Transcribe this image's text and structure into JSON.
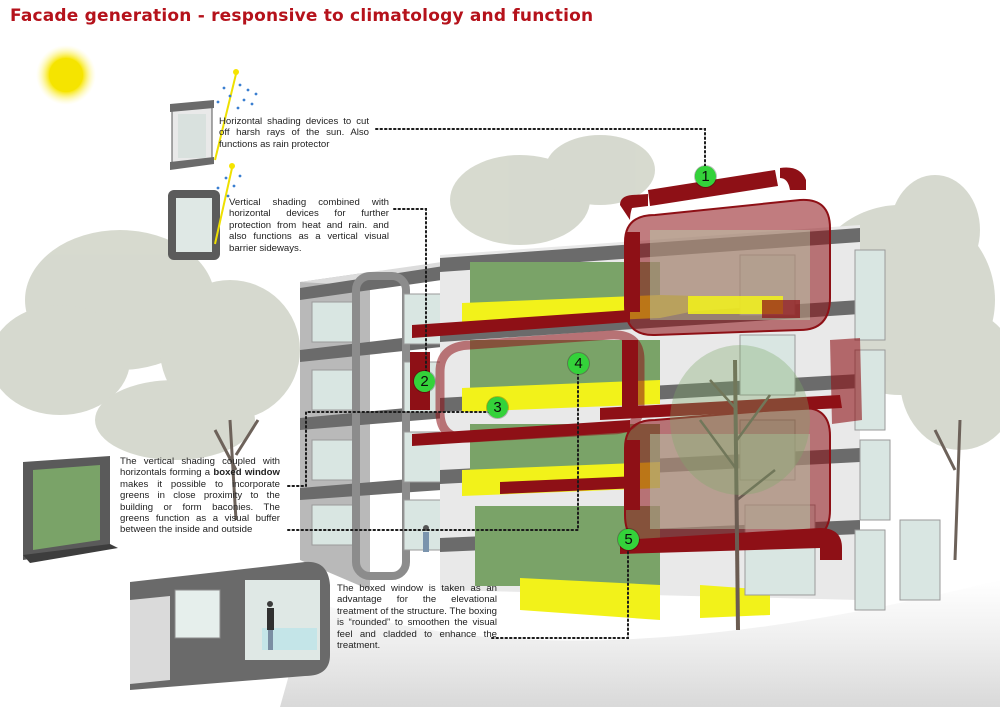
{
  "title": "Facade generation - responsive to climatology and function",
  "colors": {
    "title": "#b5121b",
    "frame_red": "#8e1016",
    "badge_green": "#34d23a",
    "planter_yellow": "#f2f21a",
    "wall_gray": "#b9b9b9",
    "frame_gray": "#6b6b6b",
    "glass": "#d9e6e2",
    "foliage": "#c9cdbf"
  },
  "notes": {
    "horizontal_shading": "Horizontal shading devices to cut off harsh rays of the sun. Also functions as rain protector",
    "vertical_shading": "Vertical shading combined with horizontal devices for further protection from heat and rain. and also functions as a vertical visual barrier sideways.",
    "boxed_window_greens": {
      "part1": "The vertical shading coupled with horizontals forming a ",
      "bold": "boxed window",
      "part2": " makes it possible to incorporate greens in close proximity to the building or form baconies. The greens function as a visual buffer between the inside and outside"
    },
    "rounded_boxing": "The boxed window is taken as an advantage for the elevational treatment of the structure. The boxing is “rounded” to smoothen the visual feel and cladded to enhance the treatment."
  },
  "markers": [
    "1",
    "2",
    "3",
    "4",
    "5"
  ]
}
